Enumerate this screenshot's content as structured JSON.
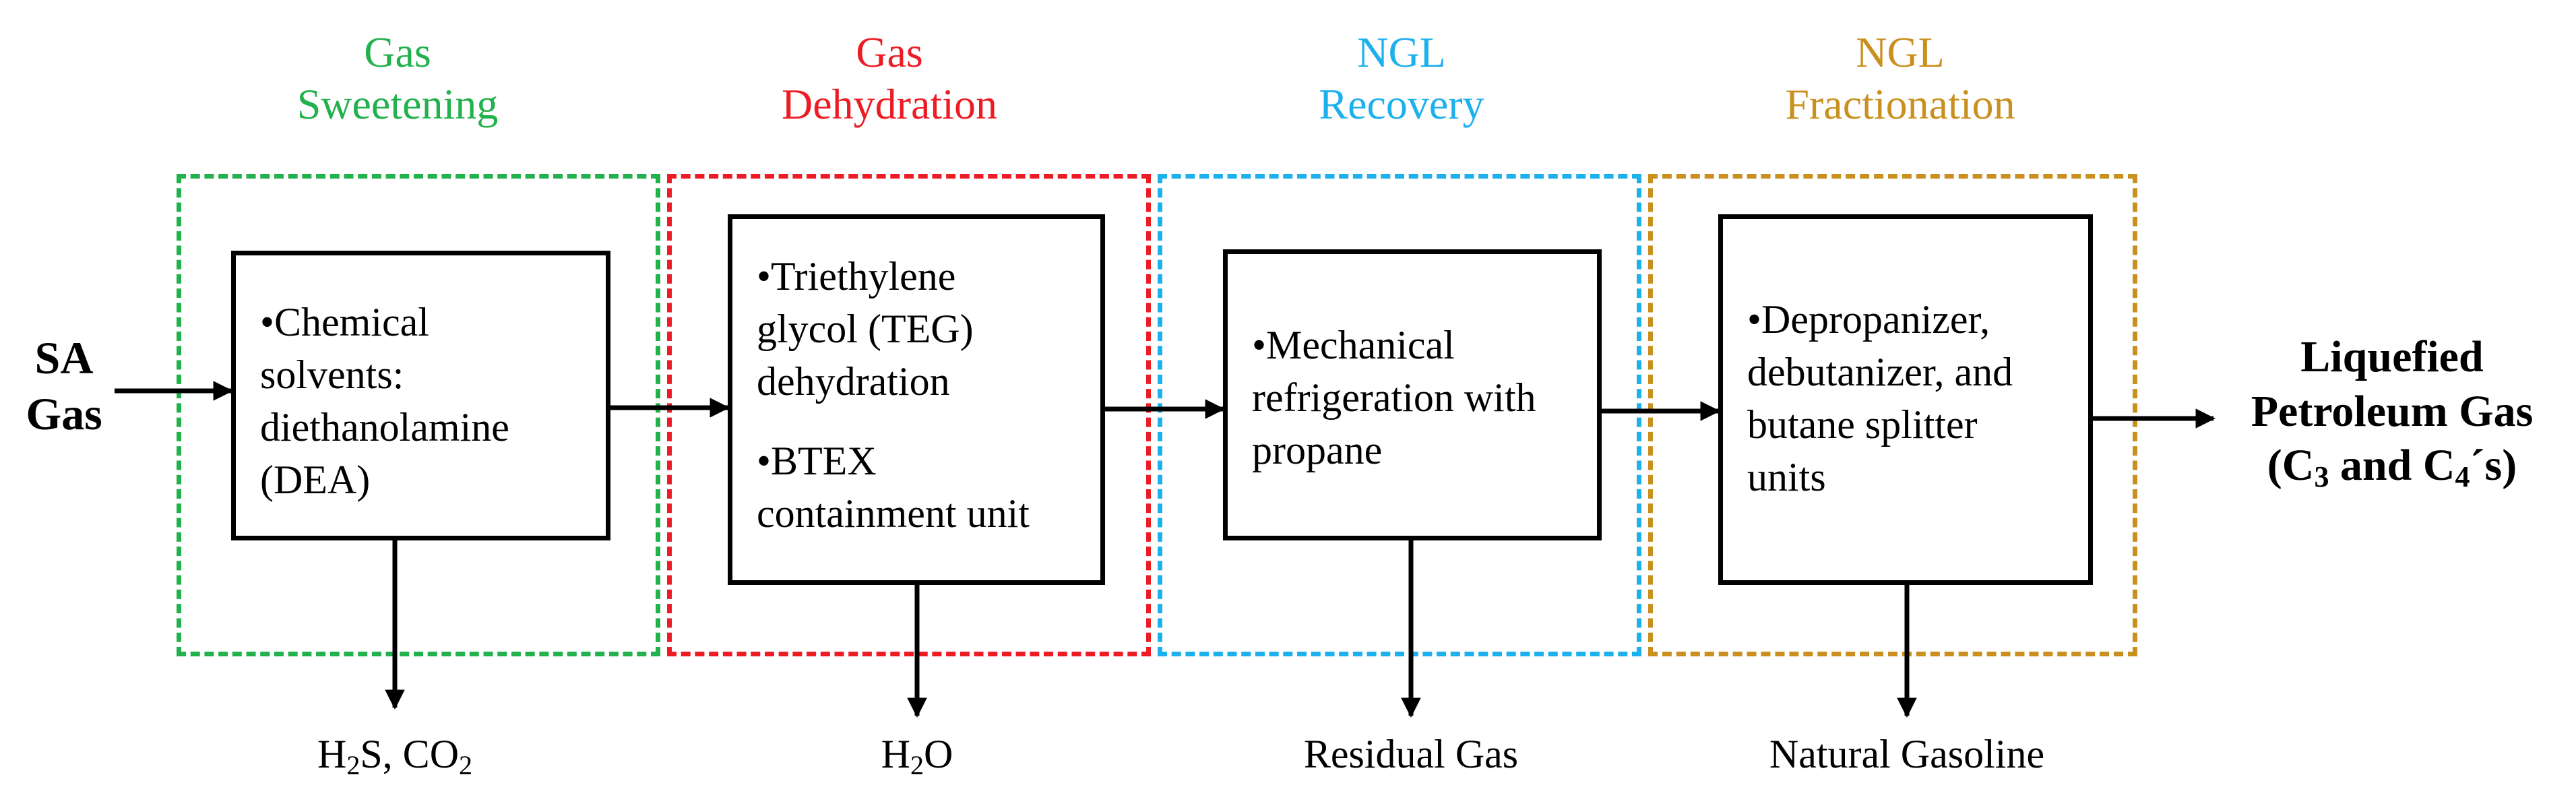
{
  "input_label": [
    "SA",
    "Gas"
  ],
  "stages": [
    {
      "title": [
        "Gas",
        "Sweetening"
      ],
      "color": "#22b14c",
      "process": [
        "•Chemical",
        "solvents:",
        "diethanolamine",
        "(DEA)"
      ],
      "output": {
        "parts": [
          {
            "t": "H"
          },
          {
            "s": "2"
          },
          {
            "t": "S, CO"
          },
          {
            "s": "2"
          }
        ]
      }
    },
    {
      "title": [
        "Gas",
        "Dehydration"
      ],
      "color": "#ed1c24",
      "process": [
        "•Triethylene",
        "glycol (TEG)",
        "dehydration",
        "•BTEX",
        "containment unit"
      ],
      "output": {
        "parts": [
          {
            "t": "H"
          },
          {
            "s": "2"
          },
          {
            "t": "O"
          }
        ]
      }
    },
    {
      "title": [
        "NGL",
        "Recovery"
      ],
      "color": "#1cb0ec",
      "process": [
        "•Mechanical",
        "refrigeration with",
        "propane"
      ],
      "output": {
        "parts": [
          {
            "t": "Residual Gas"
          }
        ]
      }
    },
    {
      "title": [
        "NGL",
        "Fractionation"
      ],
      "color": "#c9901f",
      "process": [
        "•Depropanizer,",
        "debutanizer, and",
        "butane splitter",
        "units"
      ],
      "output": {
        "parts": [
          {
            "t": "Natural Gasoline"
          }
        ]
      }
    }
  ],
  "product_label": {
    "line1": "Liquefied",
    "line2": "Petroleum Gas",
    "line3_parts": [
      {
        "t": "(C"
      },
      {
        "s": "3"
      },
      {
        "t": " and C"
      },
      {
        "s": "4"
      },
      {
        "t": "´s)"
      }
    ]
  }
}
